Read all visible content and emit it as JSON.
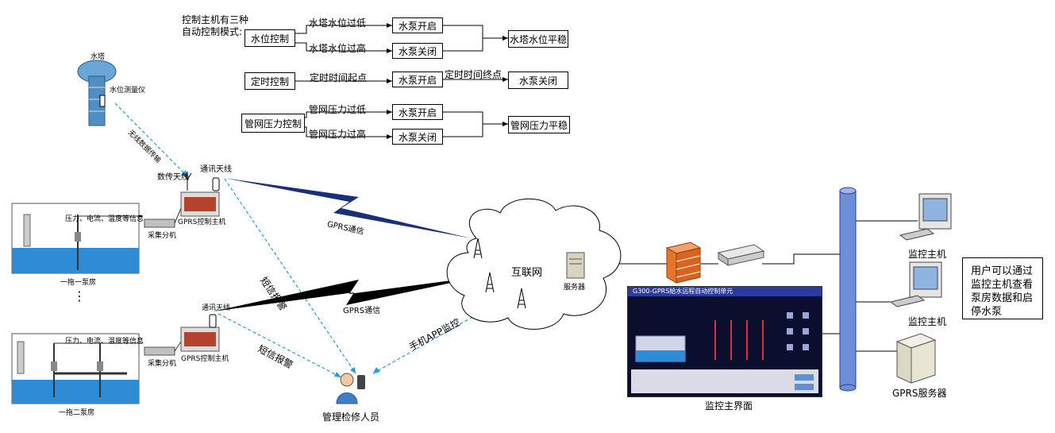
{
  "control": {
    "intro_line1": "控制主机有三种",
    "intro_line2": "自动控制模式:",
    "modes": [
      {
        "name": "水位控制",
        "cond1": "水塔水位过低",
        "cond2": "水塔水位过高",
        "action1": "水泵开启",
        "action2": "水泵关闭",
        "result": "水塔水位平稳"
      },
      {
        "name": "定时控制",
        "cond1": "定时时间起点",
        "action1": "水泵开启",
        "cond2": "定时时间终点",
        "result": "水泵关闭"
      },
      {
        "name": "管网压力控制",
        "cond1": "管网压力过低",
        "cond2": "管网压力过高",
        "action1": "水泵开启",
        "action2": "水泵关闭",
        "result": "管网压力平稳"
      }
    ]
  },
  "left": {
    "tower": "水塔",
    "level_meter": "水位测量仪",
    "wireless": "无线数据传输",
    "data_antenna": "数传天线",
    "comm_antenna": "通讯天线",
    "comm_antenna2": "通讯天线",
    "info1": "压力、电流、温度等信息",
    "info2": "压力、电流、温度等信息",
    "collector1": "采集分机",
    "collector2": "采集分机",
    "gprs_host1": "GPRS控制主机",
    "gprs_host2": "GPRS控制主机",
    "pump_room1": "一拖一泵房",
    "pump_room2": "一拖二泵房",
    "dots": "⋮"
  },
  "network": {
    "gprs1": "GPRS通信",
    "gprs2": "GPRS通信",
    "sms1": "短信报警",
    "sms2": "短信报警",
    "app": "手机APP监控",
    "internet": "互联网",
    "server": "服务器",
    "staff": "管理检修人员"
  },
  "right": {
    "screen_title": "G300-GPRS給水远程自动控制单元",
    "screen_caption": "监控主界面",
    "monitor_host1": "监控主机",
    "monitor_host2": "监控主机",
    "gprs_server": "GPRS服务器",
    "note": "用户可以通过监控主机查看泵房数据和启停水泵"
  },
  "colors": {
    "dash": "#1e9fe0",
    "bolt": "#000000",
    "bolt_blue": "#1a2f7a",
    "water": "#2e8bd6",
    "pipe": "#6f8ed8",
    "firewall": "#e8742a"
  }
}
